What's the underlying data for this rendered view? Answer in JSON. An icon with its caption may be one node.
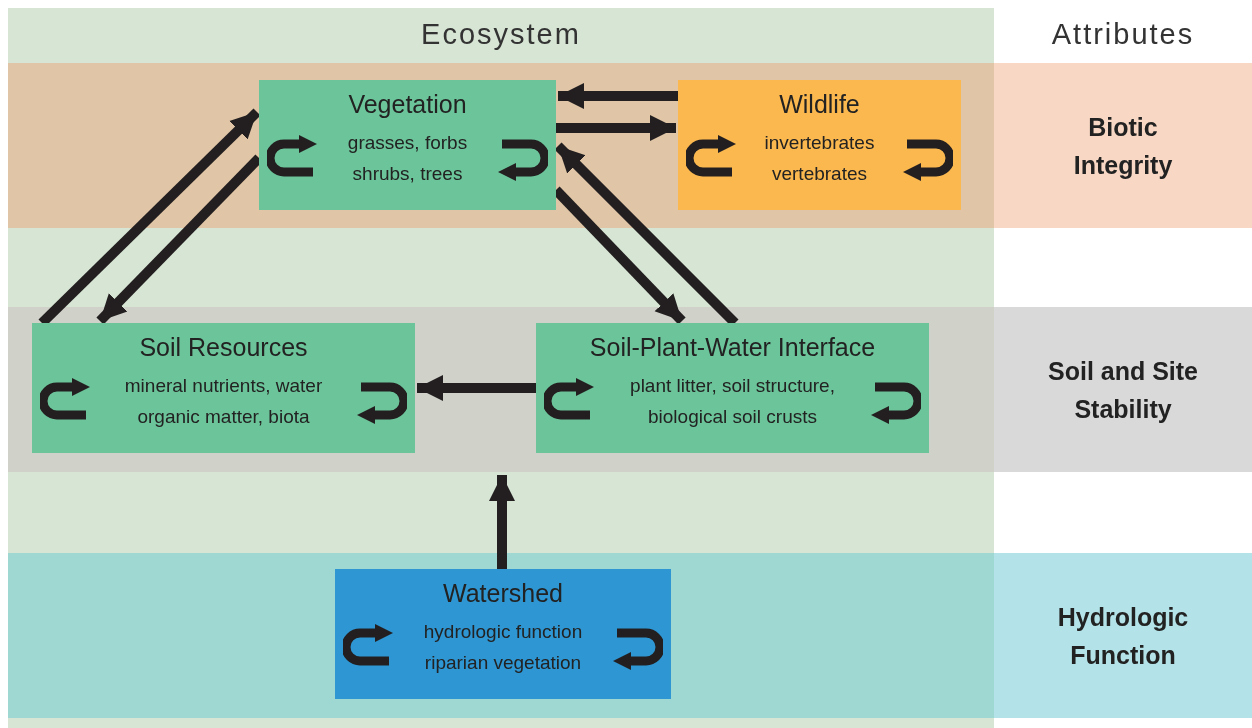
{
  "diagram": {
    "nodes": [
      {
        "text": [
          "Vegetation",
          "grasses, forbs shrubs, trees"
        ]
      },
      {
        "text": [
          "Wildlife",
          "invertebrates vertebrates"
        ]
      },
      {
        "text": [
          "Soil Resources",
          "mineral nutrients, water organic matter, biota"
        ]
      },
      {
        "text": [
          "Soil-Plant-Water Interface",
          "plant litter, soil structure, biological soil crusts"
        ]
      },
      {
        "text": [
          "Watershed",
          "hydrologic function riparian vegetation"
        ]
      },
      {
        "text": [
          "Biotic Integrity"
        ]
      },
      {
        "text": [
          "Soil and Site Stability"
        ]
      },
      {
        "text": [
          "Hydrologic Function"
        ]
      }
    ],
    "edges": [
      {
        "from": 1,
        "to": 0,
        "arrow": "to"
      },
      {
        "from": 0,
        "to": 1,
        "arrow": "to"
      },
      {
        "from": 2,
        "to": 0,
        "arrow": "to"
      },
      {
        "from": 0,
        "to": 2,
        "arrow": "to"
      },
      {
        "from": 0,
        "to": 3,
        "arrow": "to"
      },
      {
        "from": 3,
        "to": 0,
        "arrow": "to"
      },
      {
        "from": 3,
        "to": 2,
        "arrow": "to"
      },
      {
        "from": 4,
        "to": 3,
        "arrow": "to"
      }
    ],
    "labels": [
      "Ecosystem",
      "Attributes"
    ]
  }
}
